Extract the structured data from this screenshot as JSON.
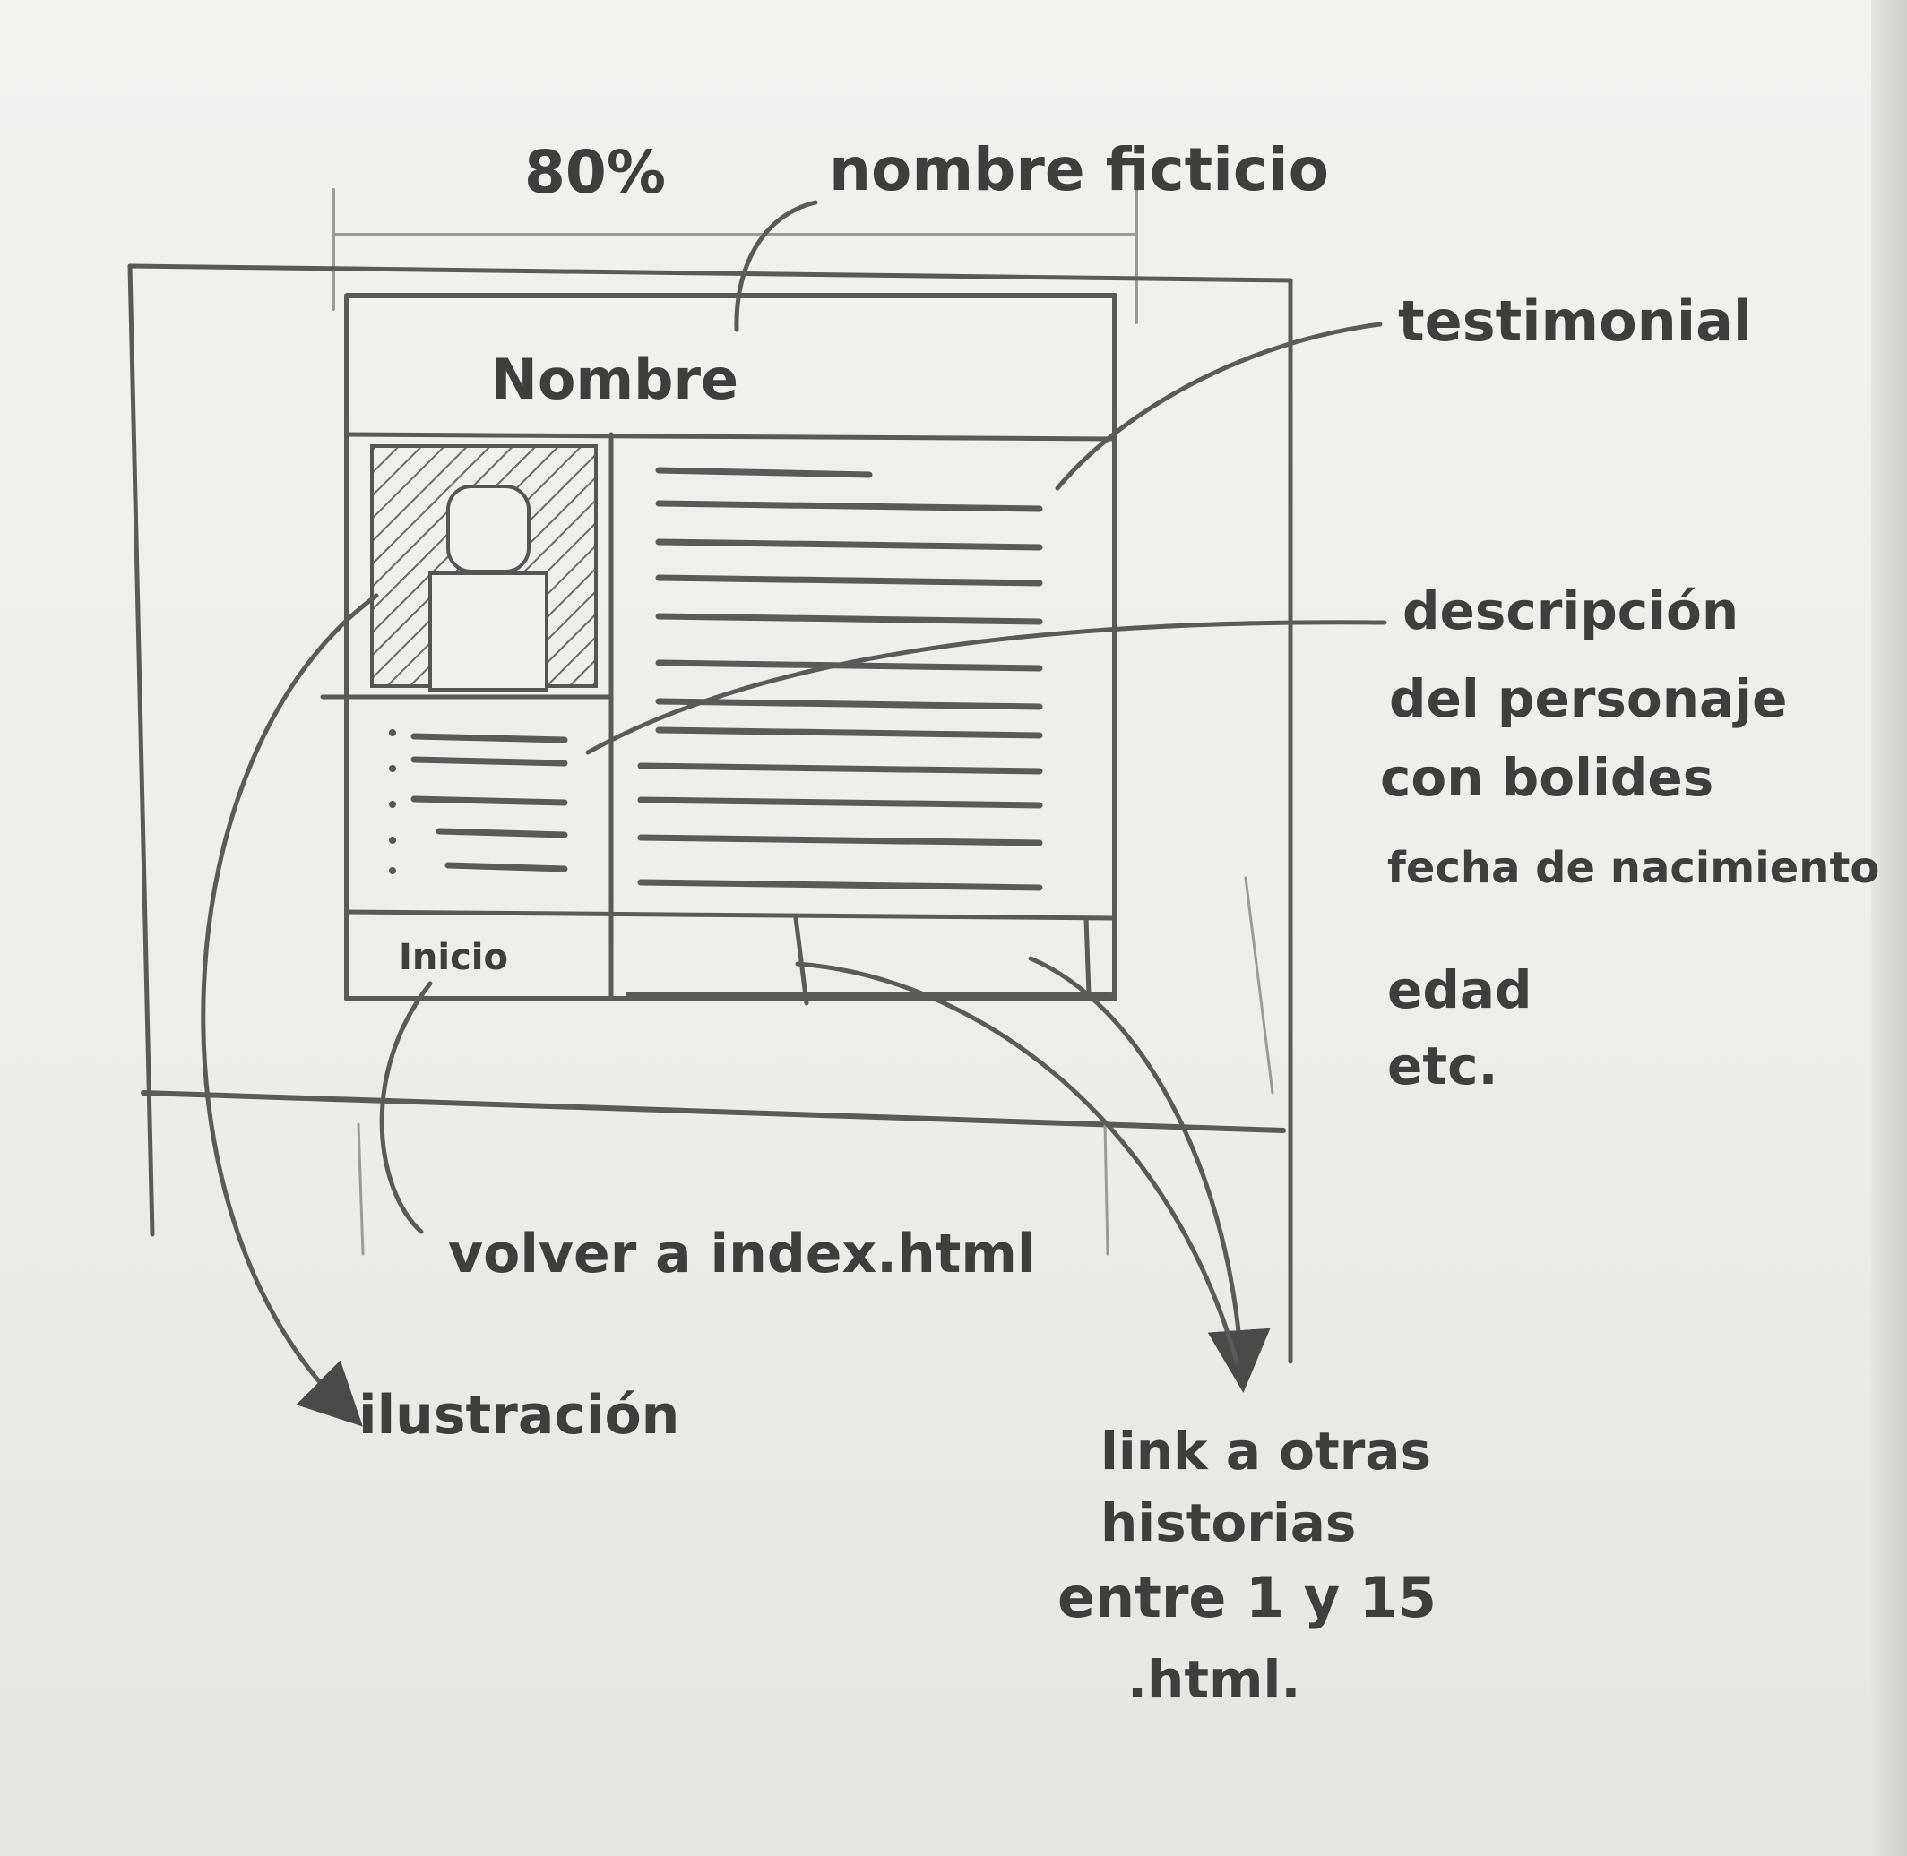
{
  "sketch": {
    "width_annotation": "80%",
    "header_annotation": "nombre ficticio",
    "header_label": "Nombre",
    "testimonial_annotation": "testimonial",
    "description_annotation": {
      "line1": "descripción",
      "line2": "del personaje",
      "line3": "con bolides",
      "bullets": [
        "fecha de nacimiento",
        "edad",
        "etc."
      ]
    },
    "home_link_label": "Inicio",
    "home_link_annotation": "volver a index.html",
    "illustration_annotation": "ilustración",
    "other_links_annotation": {
      "line1": "link a otras",
      "line2": "historias",
      "line3": "entre 1 y 15",
      "line4": ".html."
    }
  },
  "colors": {
    "paper": "#efeeea",
    "pencil": "#5a5a58"
  }
}
